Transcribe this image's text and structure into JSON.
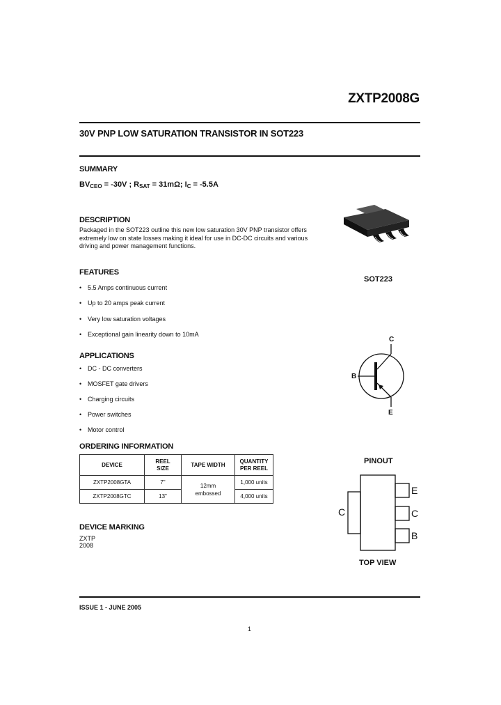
{
  "header": {
    "part_number": "ZXTP2008G"
  },
  "title": "30V PNP LOW SATURATION TRANSISTOR IN SOT223",
  "summary": {
    "heading": "SUMMARY",
    "bv": "BV",
    "bv_sub": "CEO",
    "bv_val": " = -30V ; R",
    "r_sub": "SAT",
    "r_val": " = 31mΩ; I",
    "i_sub": "C",
    "i_val": " = -5.5A"
  },
  "description": {
    "heading": "DESCRIPTION",
    "text": "Packaged in the SOT223 outline this new low saturation 30V PNP transistor offers extremely low on state losses making it ideal for use in DC-DC circuits and various driving and power management functions."
  },
  "features": {
    "heading": "FEATURES",
    "items": [
      "5.5 Amps continuous current",
      "Up to 20 amps peak current",
      "Very low saturation voltages",
      "Exceptional gain linearity down to 10mA"
    ]
  },
  "applications": {
    "heading": "APPLICATIONS",
    "items": [
      "DC - DC converters",
      "MOSFET gate drivers",
      "Charging circuits",
      "Power switches",
      "Motor control"
    ]
  },
  "ordering": {
    "heading": "ORDERING INFORMATION",
    "headers": [
      "DEVICE",
      "REEL SIZE",
      "TAPE WIDTH",
      "QUANTITY PER REEL"
    ],
    "rows": [
      {
        "device": "ZXTP2008GTA",
        "reel": "7\"",
        "qty": "1,000 units"
      },
      {
        "device": "ZXTP2008GTC",
        "reel": "13\"",
        "qty": "4,000 units"
      }
    ],
    "tape_width": "12mm embossed"
  },
  "marking": {
    "heading": "DEVICE MARKING",
    "line1": "ZXTP",
    "line2": "2008"
  },
  "package_label": "SOT223",
  "symbol": {
    "c": "C",
    "b": "B",
    "e": "E"
  },
  "pinout": {
    "heading": "PINOUT",
    "left": "C",
    "right": [
      "E",
      "C",
      "B"
    ],
    "caption": "TOP VIEW"
  },
  "footer": {
    "issue": "ISSUE 1 - JUNE 2005",
    "page": "1"
  }
}
